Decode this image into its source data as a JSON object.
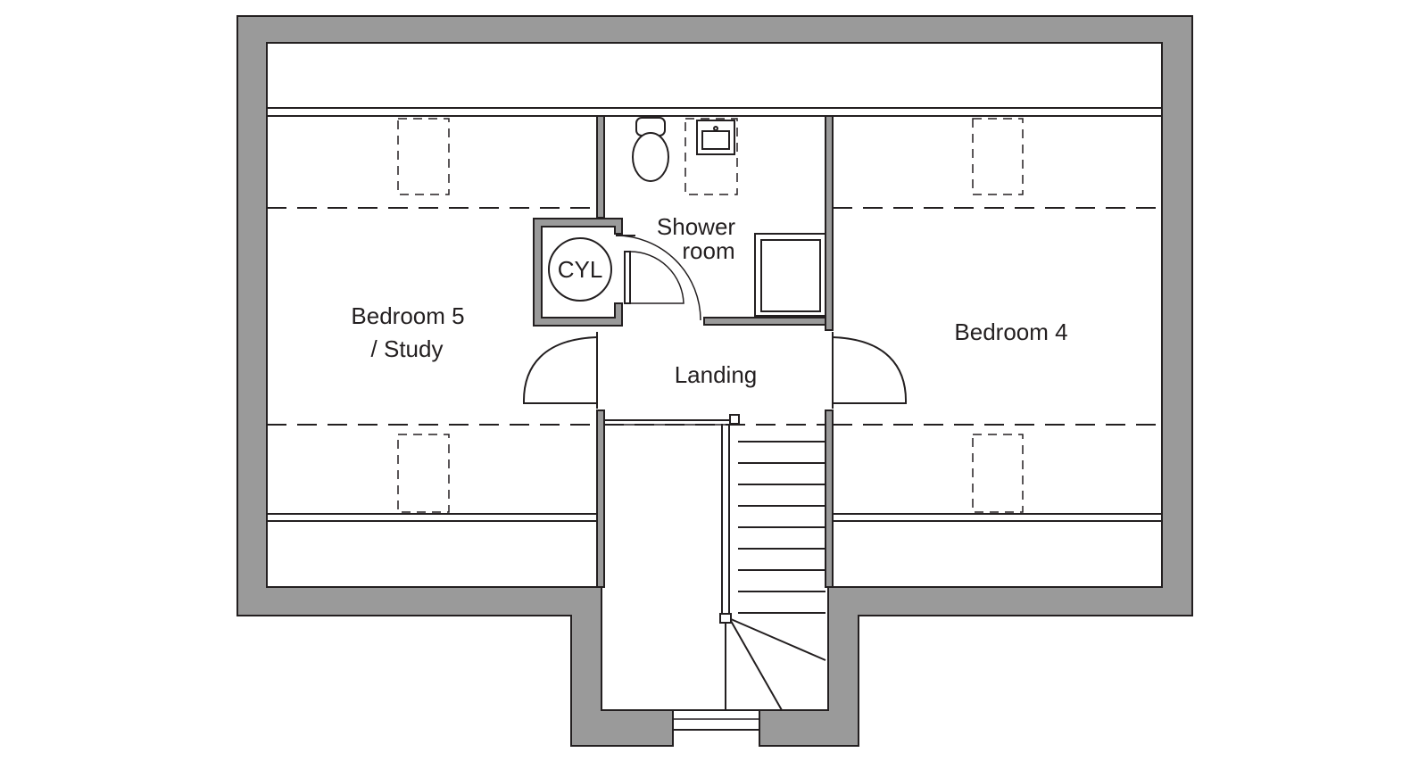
{
  "rooms": {
    "bedroom5_line1": "Bedroom 5",
    "bedroom5_line2": "/ Study",
    "bedroom4": "Bedroom 4",
    "shower_line1": "Shower",
    "shower_line2": "room",
    "landing": "Landing",
    "cylinder": "CYL"
  },
  "colors": {
    "wall": "#9a9a9a",
    "line": "#231f20",
    "background": "#ffffff"
  }
}
